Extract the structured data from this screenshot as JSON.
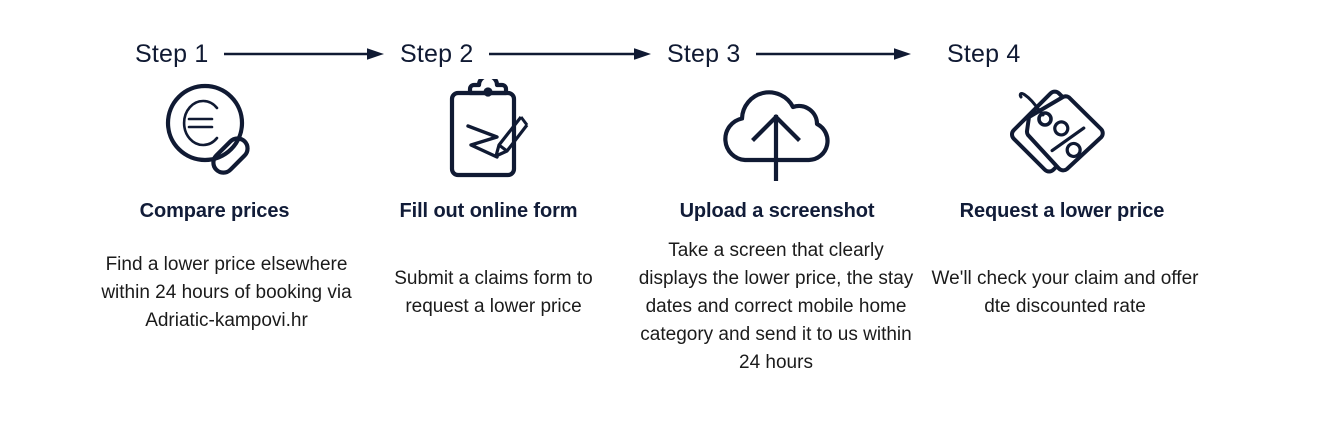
{
  "theme": {
    "background": "#ffffff",
    "navy": "#101a33",
    "title_navy": "#111c38",
    "body_text": "#1b1b1b",
    "icon_stroke": "#101a33"
  },
  "steps": [
    {
      "label": "Step 1",
      "icon": "magnifier-euro-icon",
      "title": "Compare prices",
      "body": "Find a lower price elsewhere within 24 hours of booking via Adriatic-kampovi.hr",
      "has_arrow": true
    },
    {
      "label": "Step 2",
      "icon": "clipboard-pen-icon",
      "title": "Fill out online form",
      "body": "Submit a claims form to request a lower price",
      "has_arrow": true
    },
    {
      "label": "Step 3",
      "icon": "cloud-upload-icon",
      "title": "Upload a screenshot",
      "body": "Take a screen that clearly displays the lower price, the stay dates and correct mobile home category and send it to us within 24 hours",
      "has_arrow": true
    },
    {
      "label": "Step 4",
      "icon": "price-tag-percent-icon",
      "title": "Request a lower price",
      "body": "We'll check your claim and offer dte discounted rate",
      "has_arrow": false
    }
  ]
}
